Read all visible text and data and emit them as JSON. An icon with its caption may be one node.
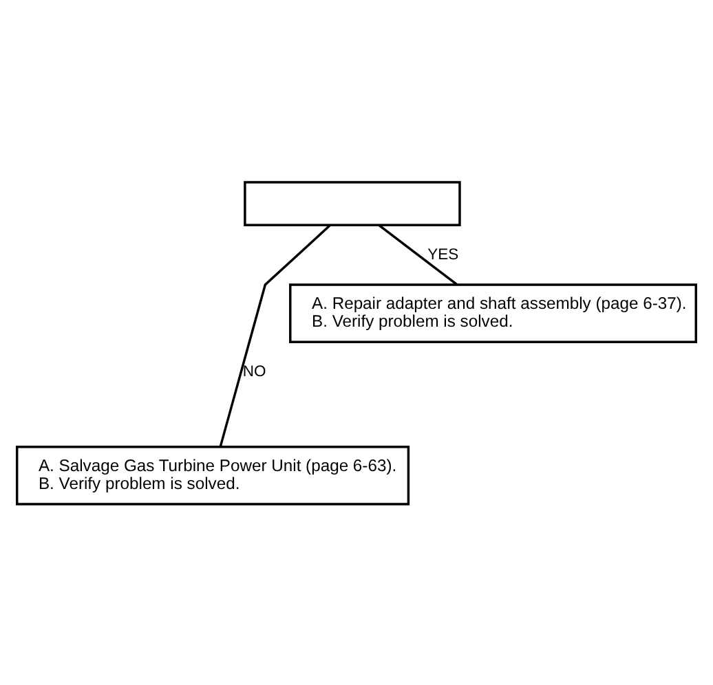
{
  "diagram": {
    "nodes": [
      {
        "text": [],
        "shape": "box"
      },
      {
        "text": [
          "A. Repair adapter and shaft assembly (page 6-37).",
          "B. Verify problem is solved."
        ]
      },
      {
        "text": [
          "A. Salvage Gas Turbine Power Unit (page 6-63).",
          "B. Verify problem is solved."
        ]
      }
    ],
    "edges": [
      {
        "from": 0,
        "to": 2,
        "arrow": "none",
        "label": "NO"
      },
      {
        "from": 0,
        "to": 1,
        "arrow": "none",
        "label": "YES"
      }
    ]
  }
}
